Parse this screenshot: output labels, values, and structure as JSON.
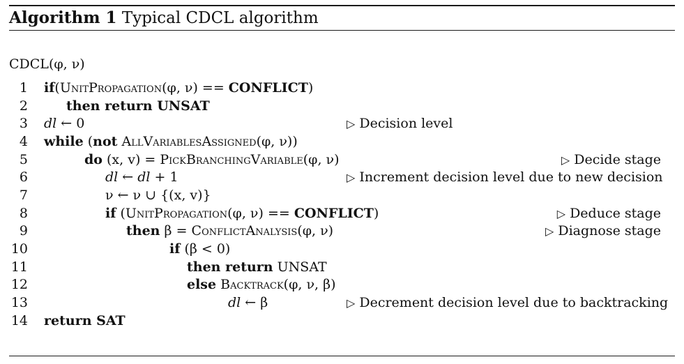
{
  "caption": {
    "label": "Algorithm 1",
    "title": "Typical CDCL algorithm"
  },
  "procedure": {
    "name": "CDCL",
    "args": "(φ, ν)"
  },
  "comment_marker": "▷",
  "lines": [
    {
      "num": "1",
      "code": [
        [
          "kw",
          "if"
        ],
        [
          "",
          "("
        ],
        [
          "sc",
          "UnitPropagation"
        ],
        [
          "",
          "(φ, ν) == "
        ],
        [
          "kw",
          "CONFLICT"
        ],
        [
          "",
          ")"
        ]
      ],
      "comment": ""
    },
    {
      "num": "2",
      "code": [
        [
          "kw",
          "then return UNSAT"
        ]
      ],
      "comment": ""
    },
    {
      "num": "3",
      "code": [
        [
          "it",
          "dl"
        ],
        [
          "",
          " ← 0"
        ]
      ],
      "comment": "Decision level"
    },
    {
      "num": "4",
      "code": [
        [
          "kw",
          "while"
        ],
        [
          "",
          " ("
        ],
        [
          "kw",
          "not"
        ],
        [
          "",
          " "
        ],
        [
          "sc",
          "AllVariablesAssigned"
        ],
        [
          "",
          "(φ, ν))"
        ]
      ],
      "comment": ""
    },
    {
      "num": "5",
      "code": [
        [
          "kw",
          "do"
        ],
        [
          "",
          " (x, v) = "
        ],
        [
          "sc",
          "PickBranchingVariable"
        ],
        [
          "",
          "(φ, ν)"
        ]
      ],
      "comment": "Decide stage"
    },
    {
      "num": "6",
      "code": [
        [
          "it",
          "dl"
        ],
        [
          "",
          " ← "
        ],
        [
          "it",
          "dl"
        ],
        [
          "",
          " + 1"
        ]
      ],
      "comment": "Increment decision level due to new decision"
    },
    {
      "num": "7",
      "code": [
        [
          "",
          "ν ← ν ∪ {(x, v)}"
        ]
      ],
      "comment": ""
    },
    {
      "num": "8",
      "code": [
        [
          "kw",
          "if"
        ],
        [
          "",
          " ("
        ],
        [
          "sc",
          "UnitPropagation"
        ],
        [
          "",
          "(φ, ν) == "
        ],
        [
          "kw",
          "CONFLICT"
        ],
        [
          "",
          ")"
        ]
      ],
      "comment": "Deduce stage"
    },
    {
      "num": "9",
      "code": [
        [
          "kw",
          "then"
        ],
        [
          "",
          " β = "
        ],
        [
          "sc",
          "ConflictAnalysis"
        ],
        [
          "",
          "(φ, ν)"
        ]
      ],
      "comment": "Diagnose stage"
    },
    {
      "num": "10",
      "code": [
        [
          "kw",
          "if"
        ],
        [
          "",
          " (β < 0)"
        ]
      ],
      "comment": ""
    },
    {
      "num": "11",
      "code": [
        [
          "kw",
          "then return"
        ],
        [
          "",
          " UNSAT"
        ]
      ],
      "comment": ""
    },
    {
      "num": "12",
      "code": [
        [
          "kw",
          "else"
        ],
        [
          "",
          "  "
        ],
        [
          "sc",
          "Backtrack"
        ],
        [
          "",
          "(φ, ν, β)"
        ]
      ],
      "comment": ""
    },
    {
      "num": "13",
      "code": [
        [
          "it",
          "dl"
        ],
        [
          "",
          " ← β"
        ]
      ],
      "comment": "Decrement decision level due to backtracking"
    },
    {
      "num": "14",
      "code": [
        [
          "kw",
          "return SAT"
        ]
      ],
      "comment": ""
    }
  ]
}
